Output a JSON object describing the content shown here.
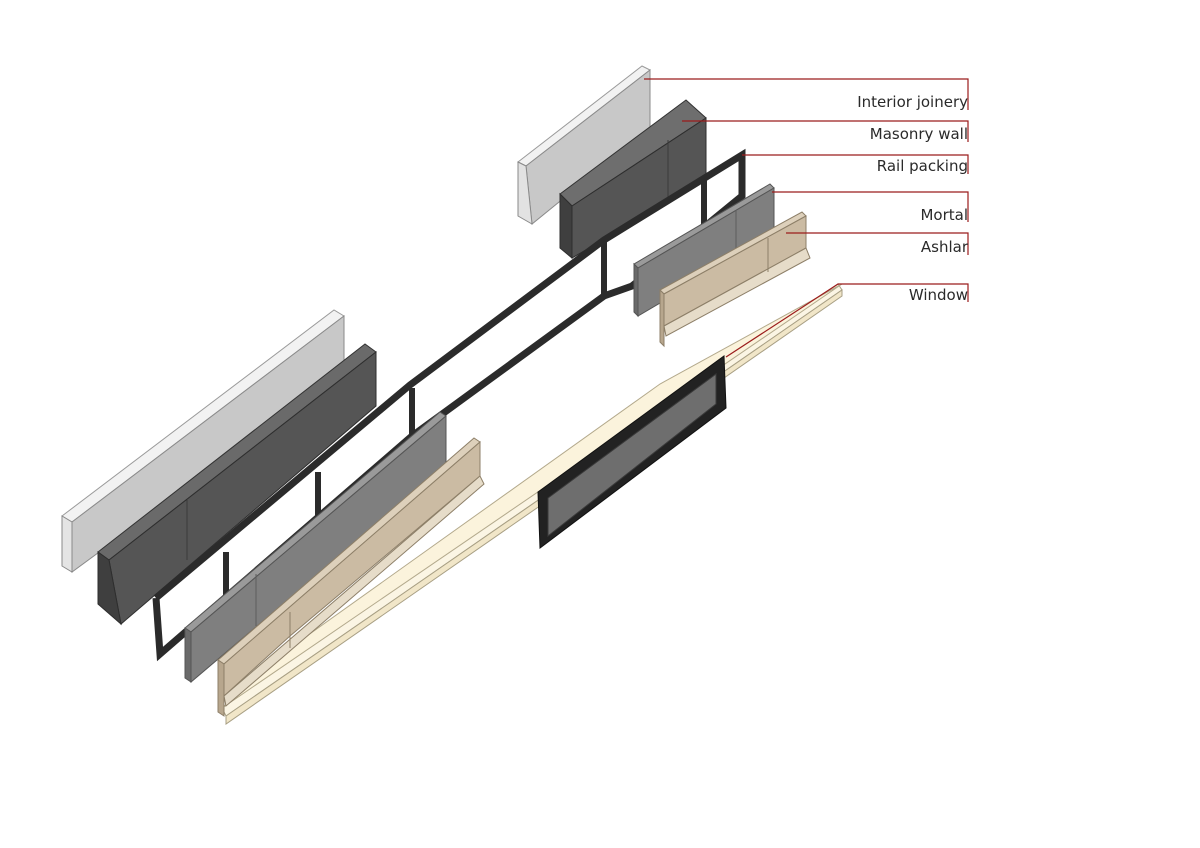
{
  "labels": {
    "interior_joinery": "Interior joinery",
    "masonry_wall": "Masonry wall",
    "rail_packing": "Rail packing",
    "mortal": "Mortal",
    "ashlar": "Ashlar",
    "window": "Window"
  },
  "colors": {
    "leader_line": "#9b1c1c",
    "interior_joinery": "#c8c8c8",
    "masonry_wall": "#555555",
    "rail_packing": "#2b2b2b",
    "mortal": "#7f7f7f",
    "ashlar": "#cbbba3",
    "sill": "#f5ecd3",
    "window_frame": "#222222",
    "window_glass": "#6e6e6e"
  }
}
